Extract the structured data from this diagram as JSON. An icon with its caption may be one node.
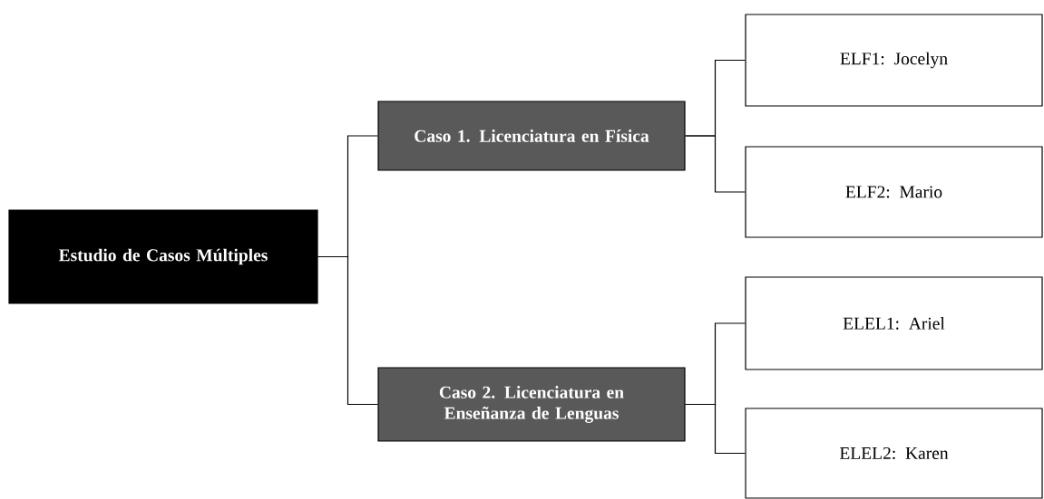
{
  "diagram": {
    "nodes": [
      {
        "text": [
          "Estudio de Casos Múltiples"
        ]
      },
      {
        "text": [
          "Caso 1. Licenciatura en Física"
        ]
      },
      {
        "text": [
          "Caso 2. Licenciatura en Enseñanza de Lenguas"
        ]
      },
      {
        "text": [
          "ELF1: Jocelyn"
        ]
      },
      {
        "text": [
          "ELF2: Mario"
        ]
      },
      {
        "text": [
          "ELEL1: Ariel"
        ]
      },
      {
        "text": [
          "ELEL2: Karen"
        ]
      }
    ],
    "edges": [
      {
        "from": 0,
        "to": 1,
        "arrow": "none"
      },
      {
        "from": 0,
        "to": 2,
        "arrow": "none"
      },
      {
        "from": 1,
        "to": 3,
        "arrow": "none"
      },
      {
        "from": 1,
        "to": 4,
        "arrow": "none"
      },
      {
        "from": 2,
        "to": 5,
        "arrow": "none"
      },
      {
        "from": 2,
        "to": 6,
        "arrow": "none"
      }
    ]
  }
}
